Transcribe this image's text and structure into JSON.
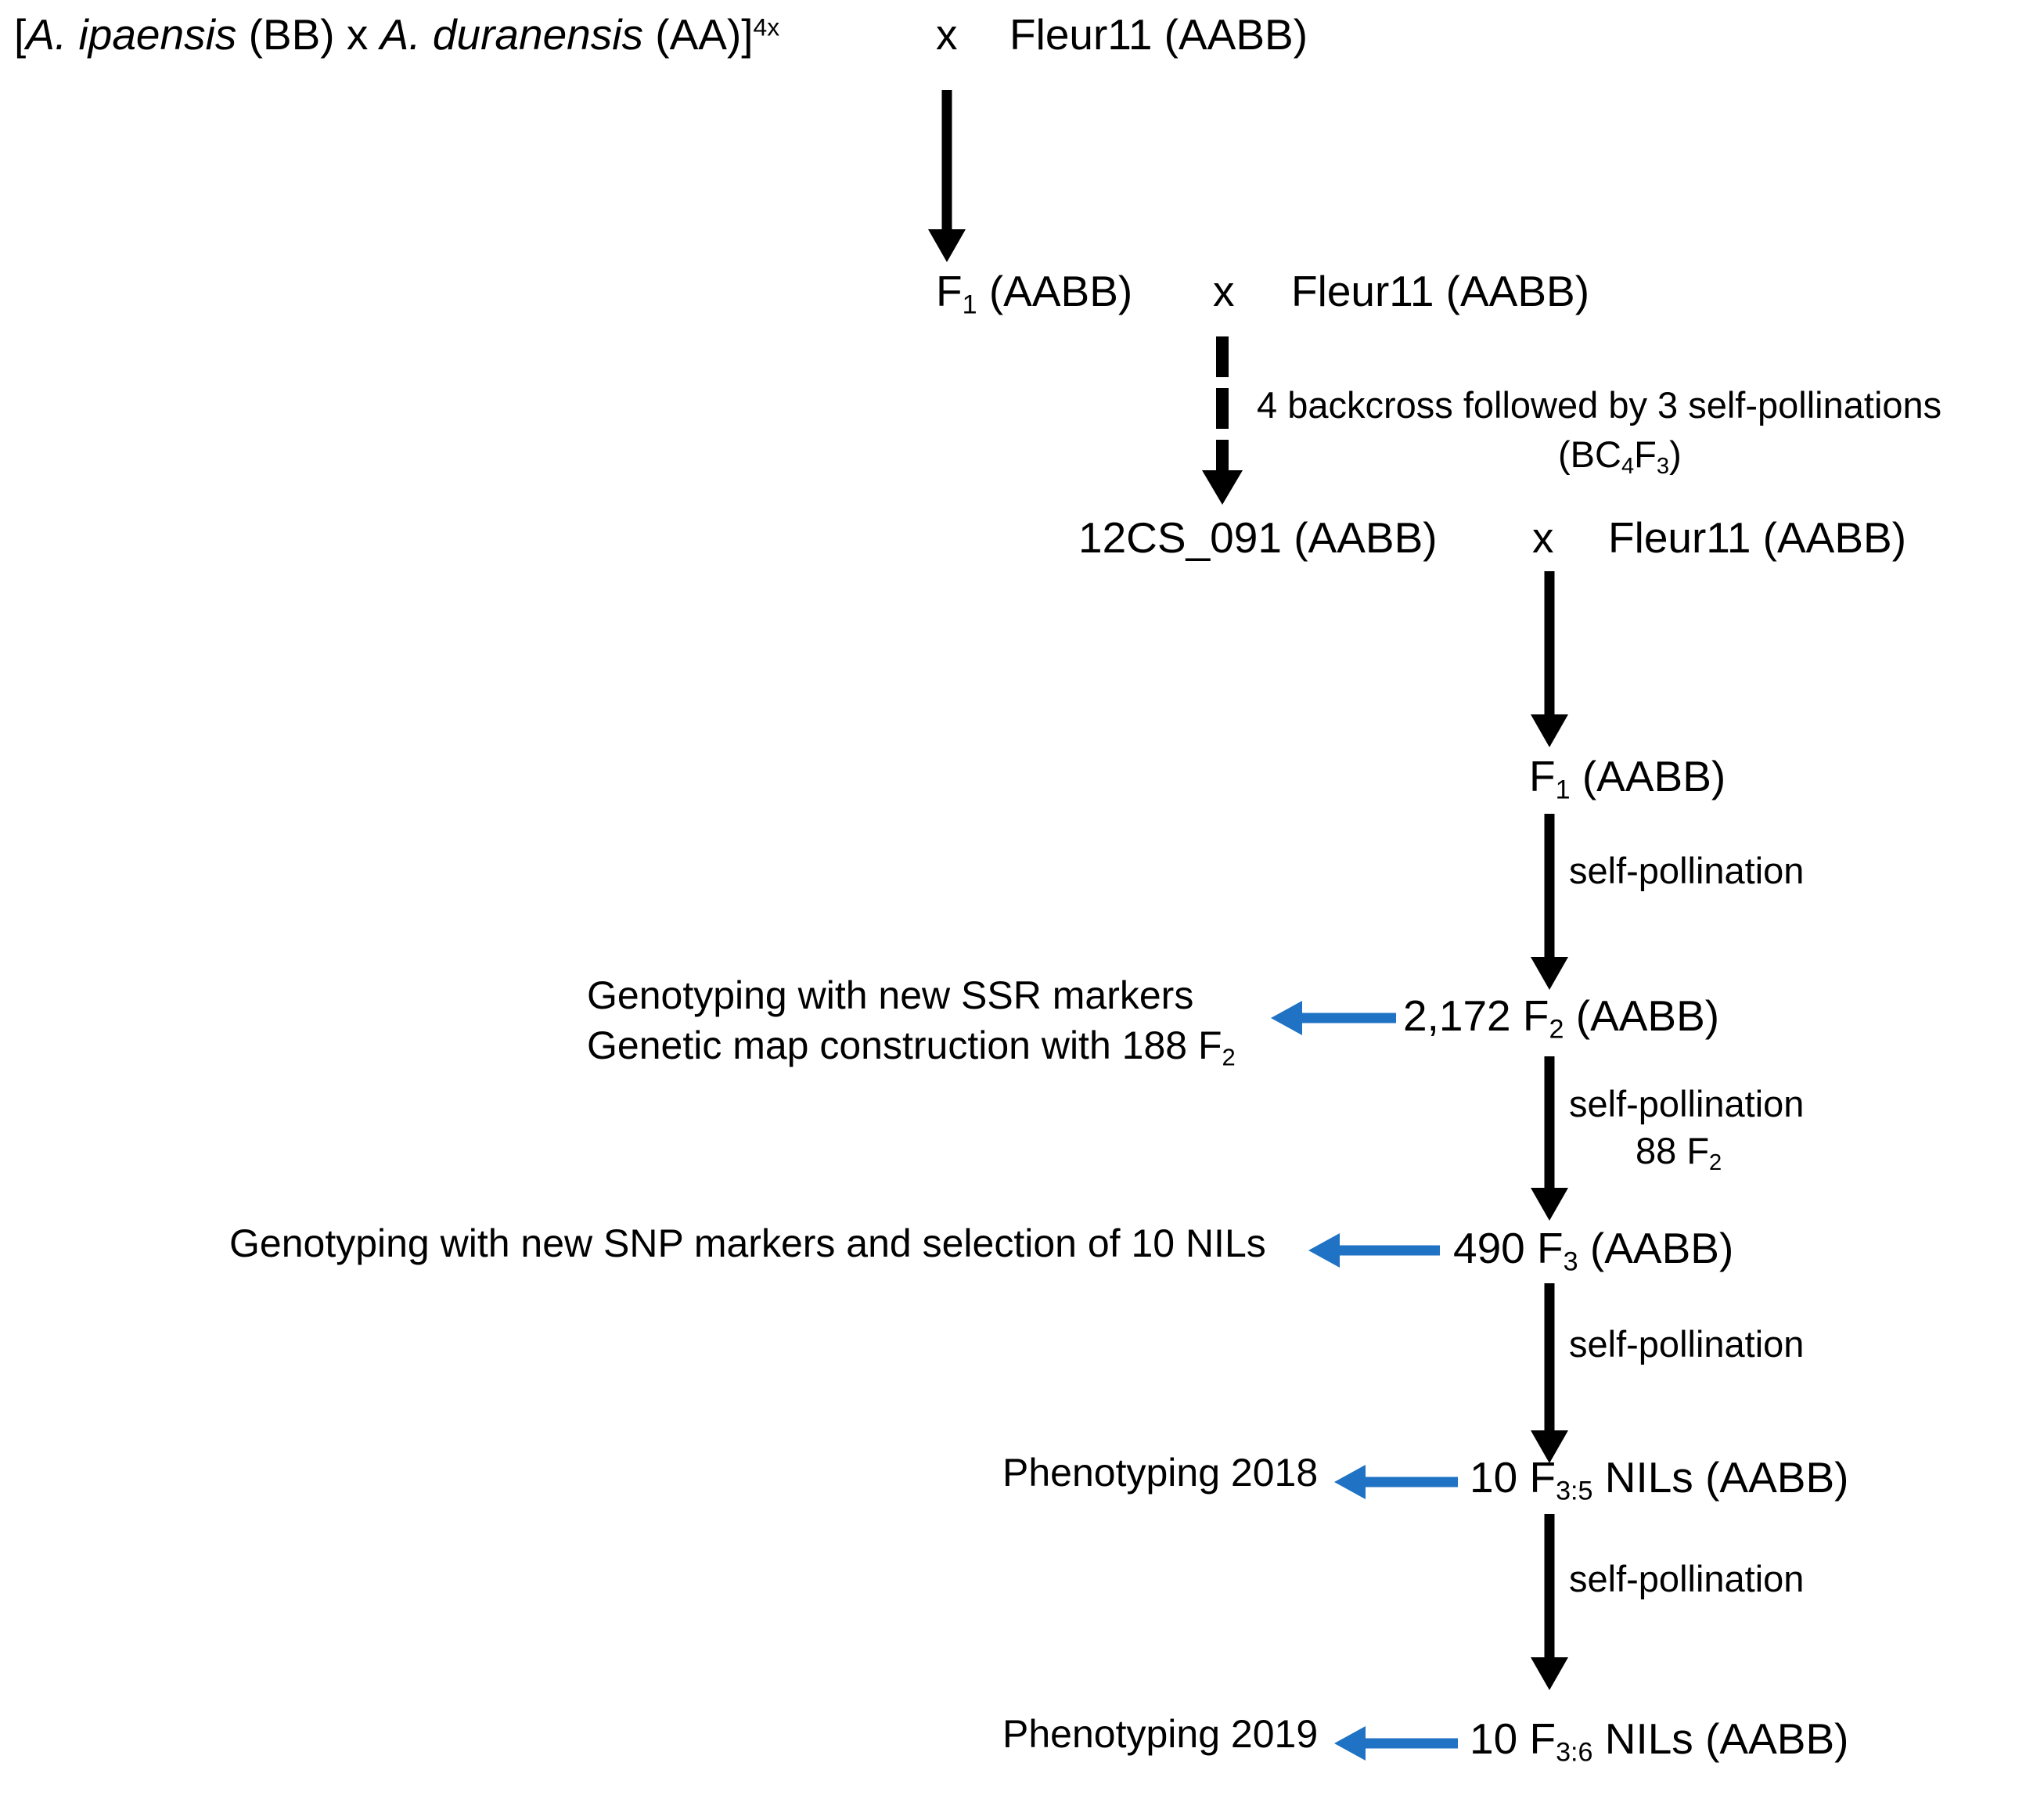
{
  "diagram": {
    "title": "Peanut NIL breeding scheme",
    "accent_blue": "#1f72c4",
    "line_black": "#000000",
    "background": "#ffffff"
  },
  "nodes": {
    "cross_top_left_bracket": "[",
    "cross_top_sp1": "A. ipaensis",
    "cross_top_mid": " (BB) x ",
    "cross_top_sp2": "A. duranensis",
    "cross_top_close": " (AA)]",
    "cross_top_ploidy": "4x",
    "cross_top_operator": "x",
    "cross_top_parent": "Fleur11 (AABB)",
    "f1_first_label": "F",
    "f1_first_sub": "1",
    "f1_first_geno": " (AABB)",
    "f1_first_operator": "x",
    "f1_first_parent": "Fleur11 (AABB)",
    "bc_line_label": "12CS_091 (AABB)",
    "bc_line_operator": "x",
    "bc_line_parent": "Fleur11 (AABB)",
    "f1_second_label": "F",
    "f1_second_sub": "1",
    "f1_second_geno": " (AABB)",
    "f2_count": "2,172 F",
    "f2_sub": "2",
    "f2_geno": " (AABB)",
    "f3_count": "490 F",
    "f3_sub": "3",
    "f3_geno": " (AABB)",
    "f35_count": "10 F",
    "f35_sub": "3:5",
    "f35_geno": " NILs (AABB)",
    "f36_count": "10 F",
    "f36_sub": "3:6",
    "f36_geno": " NILs (AABB)"
  },
  "annotations": {
    "backcross_line1": "4 backcross followed by 3 self-pollinations",
    "backcross_line2_prefix": "(BC",
    "backcross_line2_sub1": "4",
    "backcross_line2_mid": "F",
    "backcross_line2_sub2": "3",
    "backcross_line2_suffix": ")",
    "self_pollination_1": "self-pollination",
    "self_pollination_2": "self-pollination",
    "self_pollination_2_count_prefix": "88 F",
    "self_pollination_2_count_sub": "2",
    "self_pollination_3": "self-pollination",
    "self_pollination_4": "self-pollination"
  },
  "outputs": {
    "ssr_line1": "Genotyping with new SSR markers",
    "ssr_line2_prefix": "Genetic map construction with 188 F",
    "ssr_line2_sub": "2",
    "snp_line": "Genotyping with new SNP markers and selection of 10 NILs",
    "phenotyping_2018": "Phenotyping 2018",
    "phenotyping_2019": "Phenotyping 2019"
  }
}
